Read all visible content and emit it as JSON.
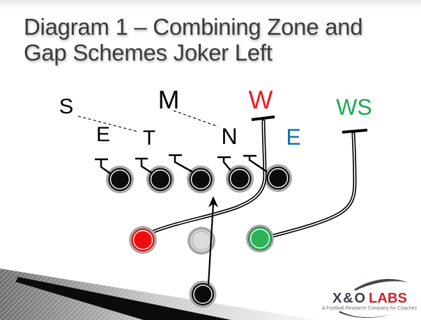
{
  "slide": {
    "title_line1": "Diagram 1 – Combining Zone and",
    "title_line2": "Gap Schemes Joker Left"
  },
  "defense": {
    "labels": [
      {
        "label": "S",
        "color": "#000000"
      },
      {
        "label": "M",
        "color": "#000000"
      },
      {
        "label": "E",
        "color": "#000000"
      },
      {
        "label": "T",
        "color": "#000000"
      },
      {
        "label": "N",
        "color": "#000000"
      },
      {
        "label": "W",
        "color": "#ed1c24"
      },
      {
        "label": "E",
        "color": "#1072ba"
      },
      {
        "label": "WS",
        "color": "#1caa53"
      }
    ]
  },
  "colors": {
    "title": "#3b3b3b",
    "route": "#000000",
    "ring": "#a8a8a8",
    "lineman": "#0c0c0c",
    "left_back": "#ee0d0d",
    "quarterback": "#dcdcdc",
    "right_back": "#2db158",
    "deep_back": "#0c0c0c",
    "stripe": "#0b0b0b",
    "wedge_dark": "#6f6f6f",
    "wedge_light": "#f7f7f7",
    "swoosh": "#474752",
    "brand_prefix": "#3e3e48",
    "brand_suffix": "#d0202a",
    "tagline": "#71717b"
  },
  "logo": {
    "brand_prefix": "X&O",
    "brand_suffix": "LABS",
    "tagline": "A Football Research Company for Coaches"
  }
}
